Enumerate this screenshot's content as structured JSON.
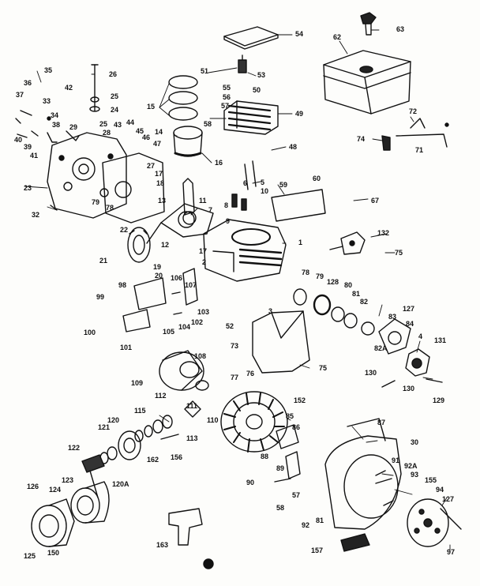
{
  "diagram": {
    "labels": [
      {
        "id": "L1",
        "text": "63"
      },
      {
        "id": "L2",
        "text": "54"
      },
      {
        "id": "L3",
        "text": "62"
      },
      {
        "id": "L4",
        "text": "35"
      },
      {
        "id": "L5",
        "text": "36"
      },
      {
        "id": "L6",
        "text": "42"
      },
      {
        "id": "L7",
        "text": "37"
      },
      {
        "id": "L8",
        "text": "33"
      },
      {
        "id": "L9",
        "text": "26"
      },
      {
        "id": "L10",
        "text": "51"
      },
      {
        "id": "L11",
        "text": "53"
      },
      {
        "id": "L12",
        "text": "34"
      },
      {
        "id": "L13",
        "text": "25"
      },
      {
        "id": "L14",
        "text": "55"
      },
      {
        "id": "L15",
        "text": "50"
      },
      {
        "id": "L16",
        "text": "38"
      },
      {
        "id": "L17",
        "text": "24"
      },
      {
        "id": "L18",
        "text": "56"
      },
      {
        "id": "L19",
        "text": "57"
      },
      {
        "id": "L20",
        "text": "15"
      },
      {
        "id": "L21",
        "text": "49"
      },
      {
        "id": "L22",
        "text": "58"
      },
      {
        "id": "L23",
        "text": "72"
      },
      {
        "id": "L24",
        "text": "25"
      },
      {
        "id": "L25",
        "text": "43"
      },
      {
        "id": "L26",
        "text": "44"
      },
      {
        "id": "L27",
        "text": "29"
      },
      {
        "id": "L28",
        "text": "28"
      },
      {
        "id": "L29",
        "text": "45"
      },
      {
        "id": "L30",
        "text": "14"
      },
      {
        "id": "L31",
        "text": "40"
      },
      {
        "id": "L32",
        "text": "46"
      },
      {
        "id": "L33",
        "text": "39"
      },
      {
        "id": "L34",
        "text": "47"
      },
      {
        "id": "L35",
        "text": "74"
      },
      {
        "id": "L36",
        "text": "71"
      },
      {
        "id": "L37",
        "text": "41"
      },
      {
        "id": "L38",
        "text": "48"
      },
      {
        "id": "L39",
        "text": "16"
      },
      {
        "id": "L40",
        "text": "27"
      },
      {
        "id": "L41",
        "text": "17"
      },
      {
        "id": "L42",
        "text": "6"
      },
      {
        "id": "L43",
        "text": "5"
      },
      {
        "id": "L44",
        "text": "60"
      },
      {
        "id": "L45",
        "text": "59"
      },
      {
        "id": "L46",
        "text": "18"
      },
      {
        "id": "L47",
        "text": "10"
      },
      {
        "id": "L48",
        "text": "23"
      },
      {
        "id": "L49",
        "text": "79"
      },
      {
        "id": "L50",
        "text": "78"
      },
      {
        "id": "L51",
        "text": "13"
      },
      {
        "id": "L52",
        "text": "11"
      },
      {
        "id": "L53",
        "text": "8"
      },
      {
        "id": "L54",
        "text": "67"
      },
      {
        "id": "L55",
        "text": "32"
      },
      {
        "id": "L56",
        "text": "7"
      },
      {
        "id": "L57",
        "text": "9"
      },
      {
        "id": "L58",
        "text": "22"
      },
      {
        "id": "L59",
        "text": "132"
      },
      {
        "id": "L60",
        "text": "12"
      },
      {
        "id": "L61",
        "text": "1"
      },
      {
        "id": "L62",
        "text": "17"
      },
      {
        "id": "L63",
        "text": "75"
      },
      {
        "id": "L64",
        "text": "21"
      },
      {
        "id": "L65",
        "text": "19"
      },
      {
        "id": "L66",
        "text": "2"
      },
      {
        "id": "L67",
        "text": "20"
      },
      {
        "id": "L68",
        "text": "106"
      },
      {
        "id": "L69",
        "text": "78"
      },
      {
        "id": "L70",
        "text": "79"
      },
      {
        "id": "L71",
        "text": "128"
      },
      {
        "id": "L72",
        "text": "80"
      },
      {
        "id": "L73",
        "text": "98"
      },
      {
        "id": "L74",
        "text": "107"
      },
      {
        "id": "L75",
        "text": "81"
      },
      {
        "id": "L76",
        "text": "99"
      },
      {
        "id": "L77",
        "text": "103"
      },
      {
        "id": "L78",
        "text": "82"
      },
      {
        "id": "L79",
        "text": "3"
      },
      {
        "id": "L80",
        "text": "127"
      },
      {
        "id": "L81",
        "text": "102"
      },
      {
        "id": "L82",
        "text": "105"
      },
      {
        "id": "L83",
        "text": "104"
      },
      {
        "id": "L84",
        "text": "52"
      },
      {
        "id": "L85",
        "text": "83"
      },
      {
        "id": "L86",
        "text": "84"
      },
      {
        "id": "L87",
        "text": "100"
      },
      {
        "id": "L88",
        "text": "101"
      },
      {
        "id": "L89",
        "text": "4"
      },
      {
        "id": "L90",
        "text": "131"
      },
      {
        "id": "L91",
        "text": "73"
      },
      {
        "id": "L92",
        "text": "82A"
      },
      {
        "id": "L93",
        "text": "108"
      },
      {
        "id": "L94",
        "text": "75"
      },
      {
        "id": "L95",
        "text": "77"
      },
      {
        "id": "L96",
        "text": "76"
      },
      {
        "id": "L97",
        "text": "130"
      },
      {
        "id": "L98",
        "text": "109"
      },
      {
        "id": "L99",
        "text": "130"
      },
      {
        "id": "L100",
        "text": "129"
      },
      {
        "id": "L101",
        "text": "112"
      },
      {
        "id": "L102",
        "text": "152"
      },
      {
        "id": "L103",
        "text": "115"
      },
      {
        "id": "L104",
        "text": "111"
      },
      {
        "id": "L105",
        "text": "110"
      },
      {
        "id": "L106",
        "text": "85"
      },
      {
        "id": "L107",
        "text": "87"
      },
      {
        "id": "L108",
        "text": "120"
      },
      {
        "id": "L109",
        "text": "86"
      },
      {
        "id": "L110",
        "text": "121"
      },
      {
        "id": "L111",
        "text": "113"
      },
      {
        "id": "L112",
        "text": "30"
      },
      {
        "id": "L113",
        "text": "122"
      },
      {
        "id": "L114",
        "text": "162"
      },
      {
        "id": "L115",
        "text": "156"
      },
      {
        "id": "L116",
        "text": "88"
      },
      {
        "id": "L117",
        "text": "91"
      },
      {
        "id": "L118",
        "text": "89"
      },
      {
        "id": "L119",
        "text": "92A"
      },
      {
        "id": "L120",
        "text": "120A"
      },
      {
        "id": "L121",
        "text": "93"
      },
      {
        "id": "L122",
        "text": "155"
      },
      {
        "id": "L123",
        "text": "90"
      },
      {
        "id": "L124",
        "text": "94"
      },
      {
        "id": "L125",
        "text": "123"
      },
      {
        "id": "L126",
        "text": "126"
      },
      {
        "id": "L127",
        "text": "124"
      },
      {
        "id": "L128",
        "text": "57"
      },
      {
        "id": "L129",
        "text": "127"
      },
      {
        "id": "L130",
        "text": "58"
      },
      {
        "id": "L131",
        "text": "92"
      },
      {
        "id": "L132",
        "text": "81"
      },
      {
        "id": "L133",
        "text": "163"
      },
      {
        "id": "L134",
        "text": "125"
      },
      {
        "id": "L135",
        "text": "150"
      },
      {
        "id": "L136",
        "text": "157"
      },
      {
        "id": "L137",
        "text": "97"
      }
    ]
  }
}
